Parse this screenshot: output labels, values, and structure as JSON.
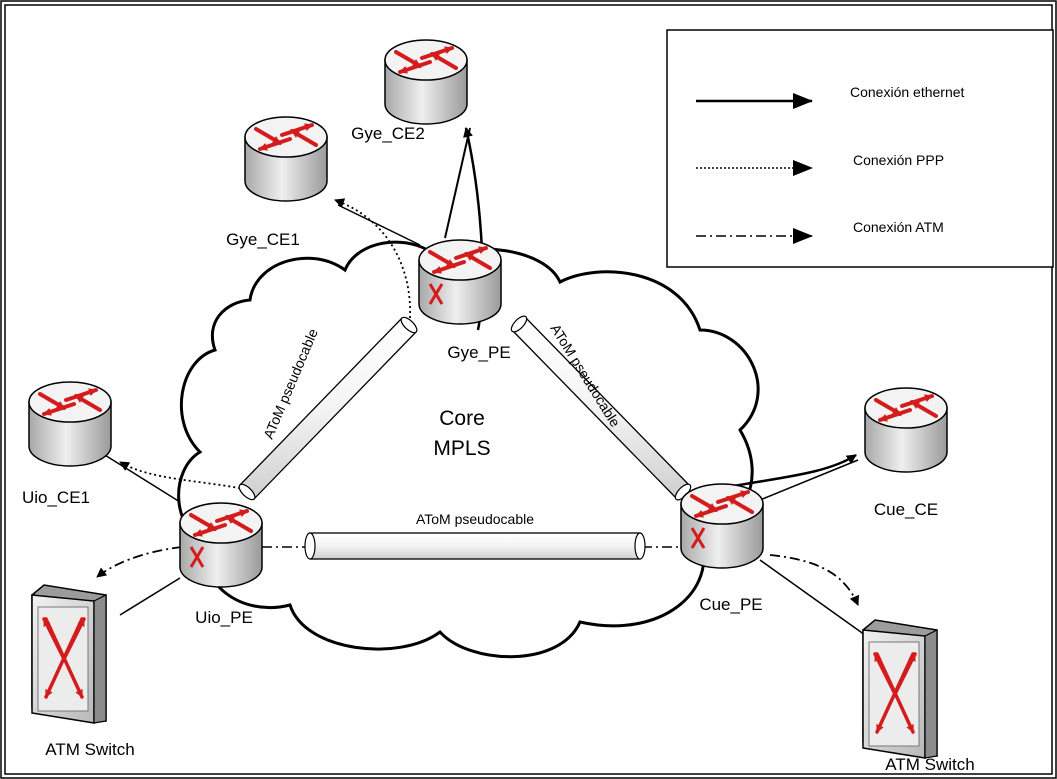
{
  "legend": {
    "ethernet": "Conexión ethernet",
    "ppp": "Conexión PPP",
    "atm": "Conexión ATM"
  },
  "core": {
    "line1": "Core",
    "line2": "MPLS"
  },
  "pseudowire_label": "AToM pseudocable",
  "nodes": {
    "gye_ce2": "Gye_CE2",
    "gye_ce1": "Gye_CE1",
    "gye_pe": "Gye_PE",
    "uio_ce1": "Uio_CE1",
    "uio_pe": "Uio_PE",
    "cue_pe": "Cue_PE",
    "cue_ce": "Cue_CE",
    "atm_switch_left": "ATM Switch",
    "atm_switch_right": "ATM Switch"
  },
  "colors": {
    "router_body": "#d4d4d4",
    "router_arrow": "#d41c1c",
    "switch_body": "#c8c8c8",
    "stroke": "#000000"
  },
  "icons": {
    "router": "router-icon",
    "atm_switch": "atm-switch-icon"
  }
}
